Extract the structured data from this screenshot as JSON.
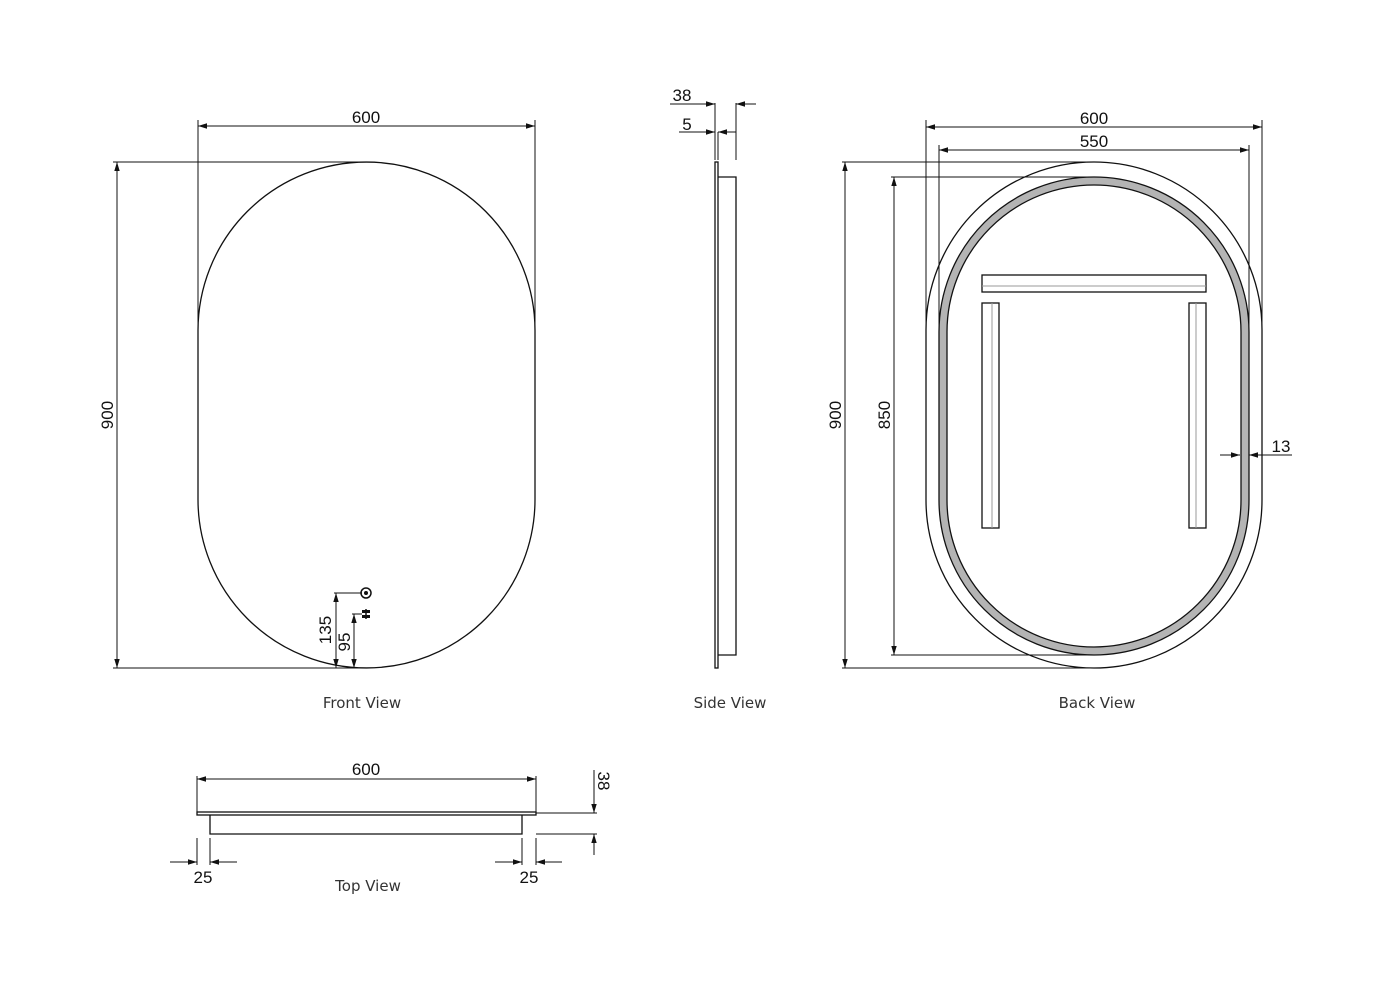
{
  "drawing": {
    "colors": {
      "line": "#111111",
      "led_band": "#b4b4b4",
      "label": "#333333",
      "background": "#ffffff"
    },
    "front_view": {
      "label": "Front View",
      "width_dim": "600",
      "height_dim": "900",
      "switch_upper_dim": "135",
      "switch_lower_dim": "95",
      "icons": [
        "touch-switch-icon",
        "sensor-icon"
      ]
    },
    "side_view": {
      "label": "Side View",
      "depth_dim": "38",
      "glass_dim": "5"
    },
    "back_view": {
      "label": "Back View",
      "outer_width_dim": "600",
      "inner_width_dim": "550",
      "outer_height_dim": "900",
      "inner_height_dim": "850",
      "band_dim": "13"
    },
    "top_view": {
      "label": "Top View",
      "width_dim": "600",
      "depth_dim": "38",
      "left_inset_dim": "25",
      "right_inset_dim": "25"
    }
  }
}
